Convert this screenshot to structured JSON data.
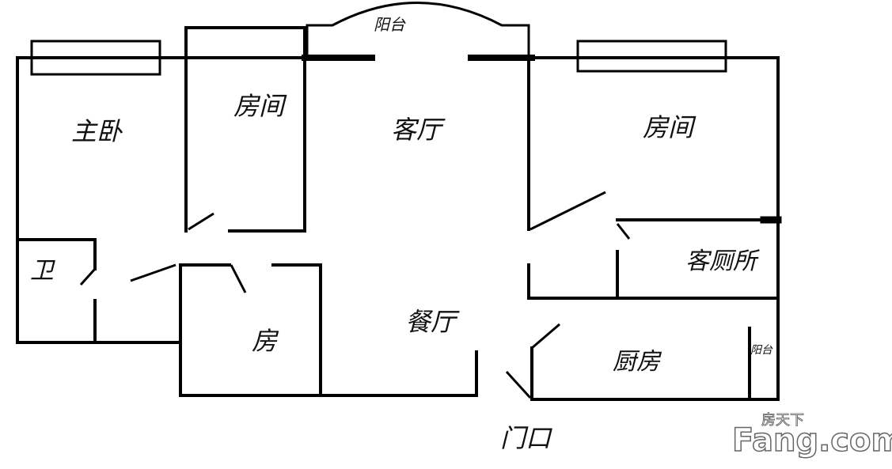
{
  "rooms": {
    "master_bedroom": "主卧",
    "room_upper_left": "房间",
    "living_room": "客厅",
    "room_upper_right": "房间",
    "bathroom": "卫",
    "room_small": "房",
    "dining_room": "餐厅",
    "guest_toilet": "客厕所",
    "kitchen": "厨房",
    "balcony_top": "阳台",
    "balcony_kitchen": "阳台",
    "entrance": "门口"
  },
  "watermark": {
    "brand_cn": "房天下",
    "brand_en": "Fang.com"
  },
  "colors": {
    "wall": "#000000",
    "background": "#ffffff"
  }
}
